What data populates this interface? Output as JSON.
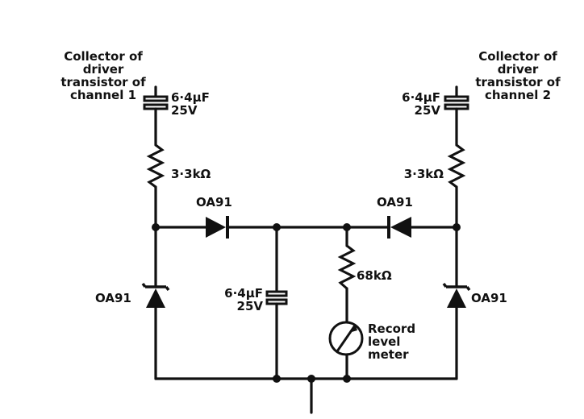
{
  "labels": {
    "collector_ch1": [
      "Collector of",
      "driver",
      "transistor of",
      "channel 1"
    ],
    "collector_ch2": [
      "Collector of",
      "driver",
      "transistor of",
      "channel 2"
    ],
    "cap_top_left": [
      "6·4μF",
      "25V"
    ],
    "cap_top_right": [
      "6·4μF",
      "25V"
    ],
    "cap_middle": [
      "6·4μF",
      "25V"
    ],
    "res_left": "3·3kΩ",
    "res_right": "3·3kΩ",
    "res_meter": "68kΩ",
    "diode_series_left": "OA91",
    "diode_series_right": "OA91",
    "diode_shunt_left": "OA91",
    "diode_shunt_right": "OA91",
    "meter": [
      "Record",
      "level",
      "meter"
    ]
  }
}
